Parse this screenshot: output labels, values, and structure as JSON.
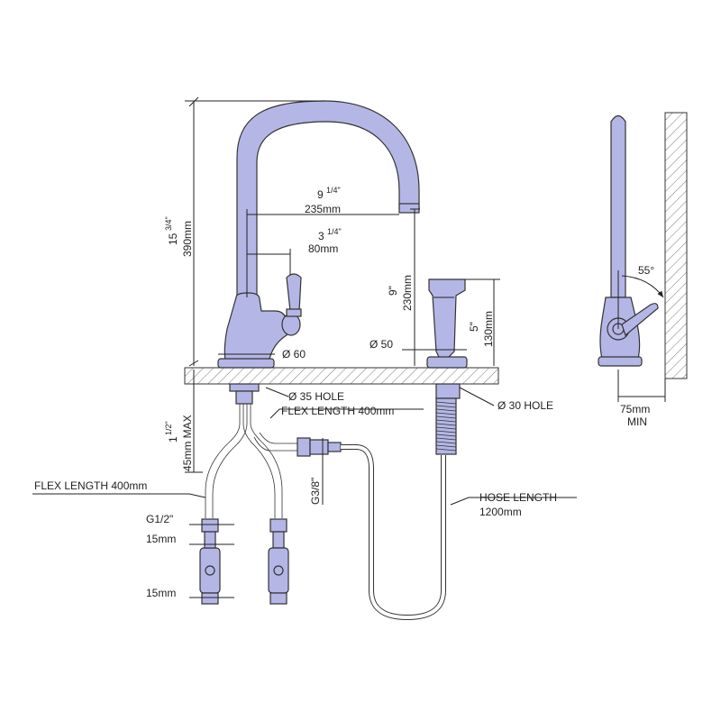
{
  "diagram": {
    "dims": {
      "height_in_whole": "15",
      "height_in_frac": "3/4\"",
      "height_mm": "390mm",
      "reach_in_whole": "9",
      "reach_in_frac": "1/4\"",
      "reach_mm": "235mm",
      "handle_in_whole": "3",
      "handle_in_frac": "1/4\"",
      "handle_mm": "80mm",
      "spout_base_dia": "Ø 60",
      "spray_height_in": "9\"",
      "spray_height_mm": "230mm",
      "spray_head_in": "5\"",
      "spray_head_mm": "130mm",
      "spray_base_dia": "Ø 50",
      "tap_hole": "Ø 35 HOLE",
      "spray_hole": "Ø 30 HOLE",
      "deck_in_whole": "1",
      "deck_in_frac": "1/2\"",
      "deck_mm": "45mm MAX",
      "flex_length_right": "FLEX LENGTH 400mm",
      "flex_length_left": "FLEX LENGTH 400mm",
      "g3_8": "G3/8\"",
      "g1_2": "G1/2\"",
      "nut_15mm_top": "15mm",
      "nut_15mm_bottom": "15mm",
      "hose_length_label": "HOSE LENGTH",
      "hose_length_value": "1200mm",
      "angle": "55°",
      "wall_clearance": "75mm",
      "wall_clearance_note": "MIN"
    },
    "colors": {
      "part_fill": "#b4b6e6",
      "line": "#222222"
    }
  }
}
